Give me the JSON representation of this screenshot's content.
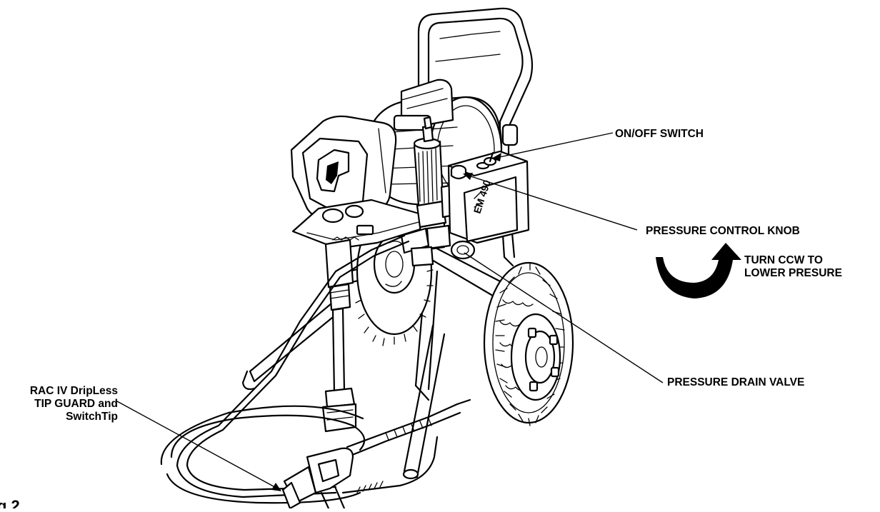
{
  "labels": {
    "on_off_switch": "ON/OFF SWITCH",
    "pressure_control_knob": "PRESSURE CONTROL KNOB",
    "turn_ccw_line1": "TURN CCW TO",
    "turn_ccw_line2": "LOWER PRESURE",
    "pressure_drain_valve": "PRESSURE DRAIN VALVE",
    "rac_line1": "RAC IV DripLess",
    "rac_line2": "TIP GUARD and",
    "rac_line3": "SwitchTip",
    "model_plate": "EM 490",
    "figure_fragment": "g 2"
  }
}
